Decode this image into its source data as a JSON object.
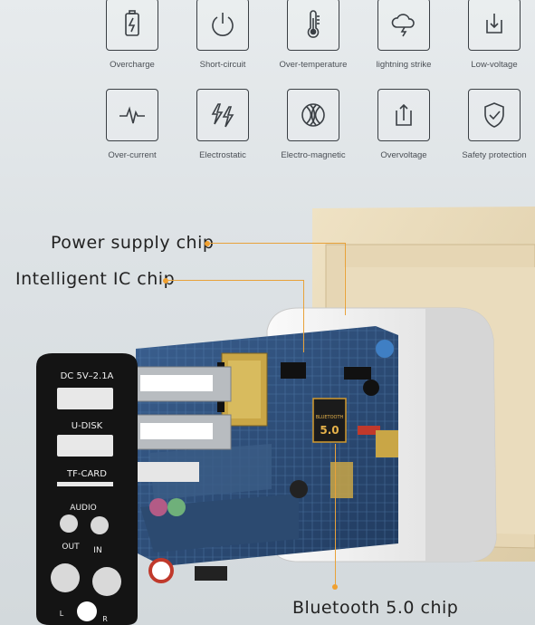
{
  "features_row1": [
    {
      "label": "Overcharge",
      "icon": "battery-charge-icon"
    },
    {
      "label": "Short-circuit",
      "icon": "power-icon"
    },
    {
      "label": "Over-temperature",
      "icon": "thermometer-icon"
    },
    {
      "label": "lightning strike",
      "icon": "cloud-lightning-icon"
    },
    {
      "label": "Low-voltage",
      "icon": "download-arrow-icon"
    }
  ],
  "features_row2": [
    {
      "label": "Over-current",
      "icon": "pulse-icon"
    },
    {
      "label": "Electrostatic",
      "icon": "double-bolt-icon"
    },
    {
      "label": "Electro-magnetic",
      "icon": "magnetic-ball-icon"
    },
    {
      "label": "Overvoltage",
      "icon": "upload-arrow-icon"
    },
    {
      "label": "Safety protection",
      "icon": "shield-check-icon"
    }
  ],
  "callouts": {
    "power_supply": "Power supply chip",
    "intelligent_ic": "Intelligent IC chip",
    "bluetooth": "Bluetooth 5.0 chip"
  },
  "panel_labels": {
    "dc": "DC 5V–2.1A",
    "udisk": "U-DISK",
    "tfcard": "TF-CARD",
    "audio": "AUDIO",
    "out": "OUT",
    "in": "IN",
    "l": "L",
    "r": "R"
  },
  "chip_text": {
    "brand": "BLUETOOTH",
    "version": "5.0"
  },
  "colors": {
    "accent": "#f0a030",
    "pcb": "#2f4f7a",
    "wall": "#e9dcc0",
    "panel": "#141414"
  }
}
